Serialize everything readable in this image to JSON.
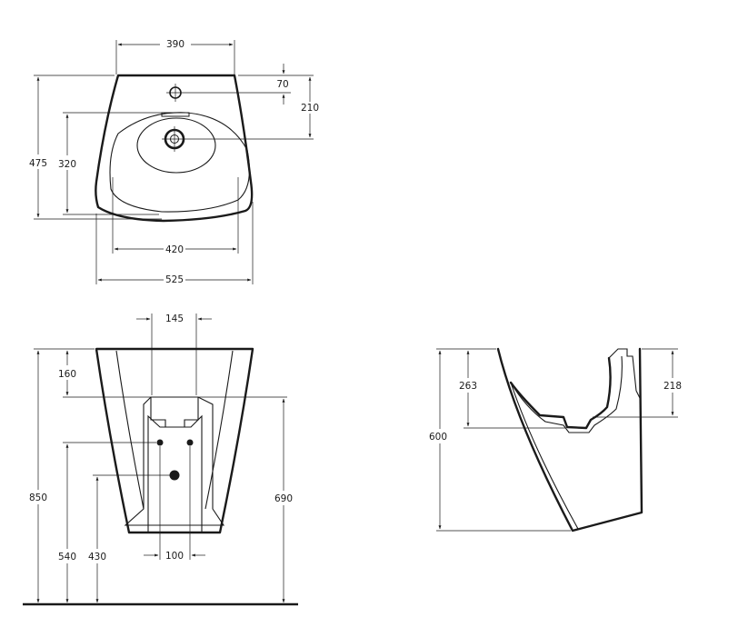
{
  "top_view": {
    "width_top": "390",
    "tap_hole_offset": "70",
    "bowl_depth_to_waste": "210",
    "bowl_length": "320",
    "overall_depth": "475",
    "bowl_width": "420",
    "overall_width": "525"
  },
  "front_view": {
    "bracket_spacing": "145",
    "bracket_height": "160",
    "overall_height": "850",
    "pedestal_height": "690",
    "supply_height": "540",
    "waste_height": "430",
    "supply_spacing": "100"
  },
  "side_view": {
    "bowl_depth": "263",
    "overall_projection": "600",
    "rim_to_trap": "218"
  }
}
